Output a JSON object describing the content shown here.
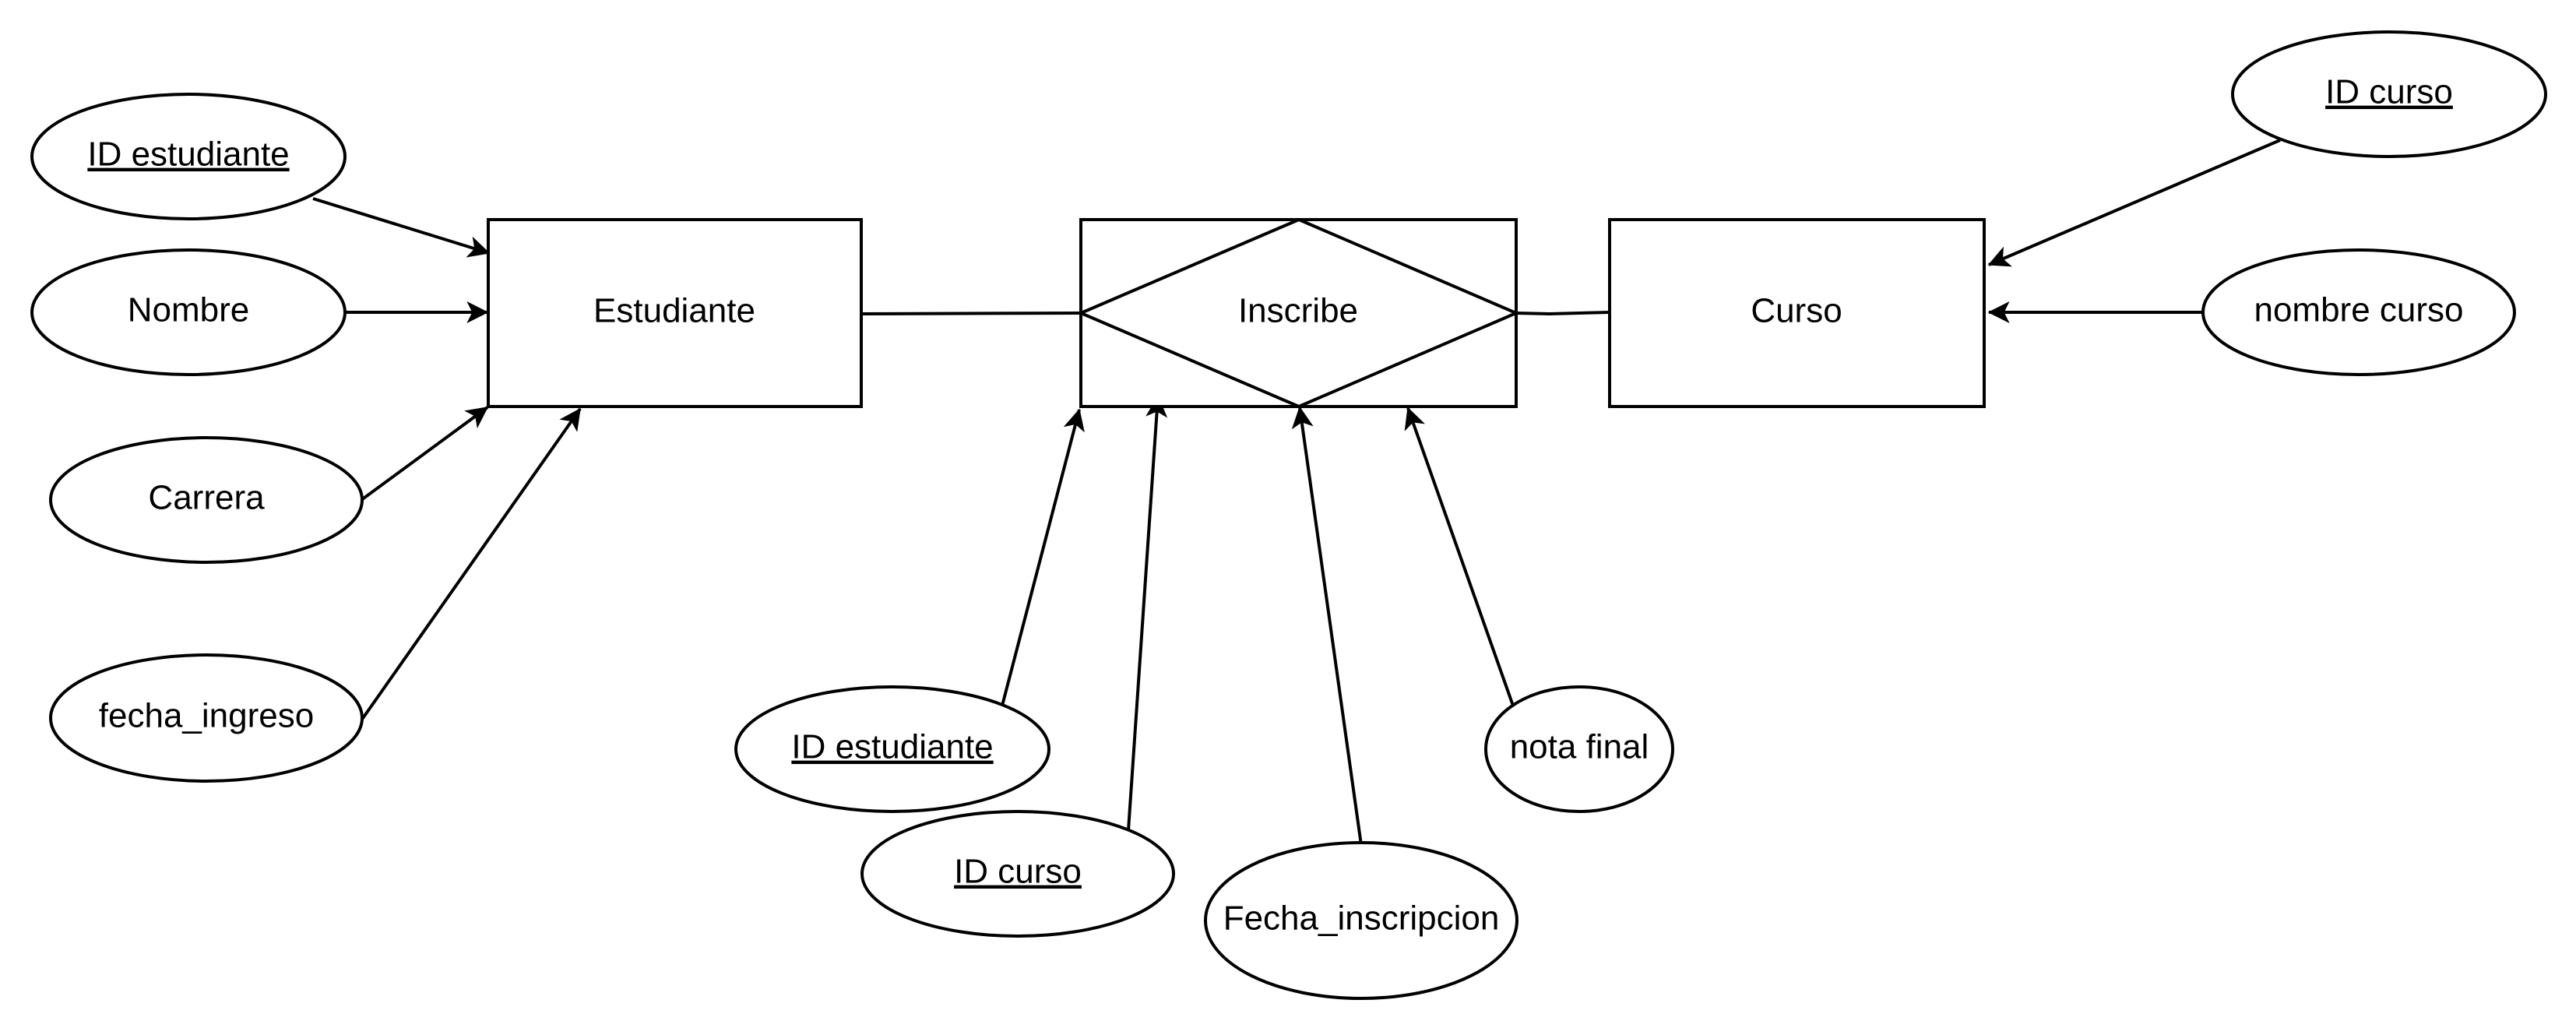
{
  "entities": {
    "estudiante": "Estudiante",
    "curso": "Curso"
  },
  "relationship": {
    "inscribe": "Inscribe"
  },
  "attributes": {
    "estudiante_id": "ID estudiante",
    "nombre": "Nombre",
    "carrera": "Carrera",
    "fecha_ingreso": "fecha_ingreso",
    "curso_id": "ID curso",
    "nombre_curso": "nombre curso",
    "inscribe_estudiante_id": "ID estudiante",
    "inscribe_curso_id": "ID curso",
    "fecha_inscripcion": "Fecha_inscripcion",
    "nota_final": "nota final"
  }
}
